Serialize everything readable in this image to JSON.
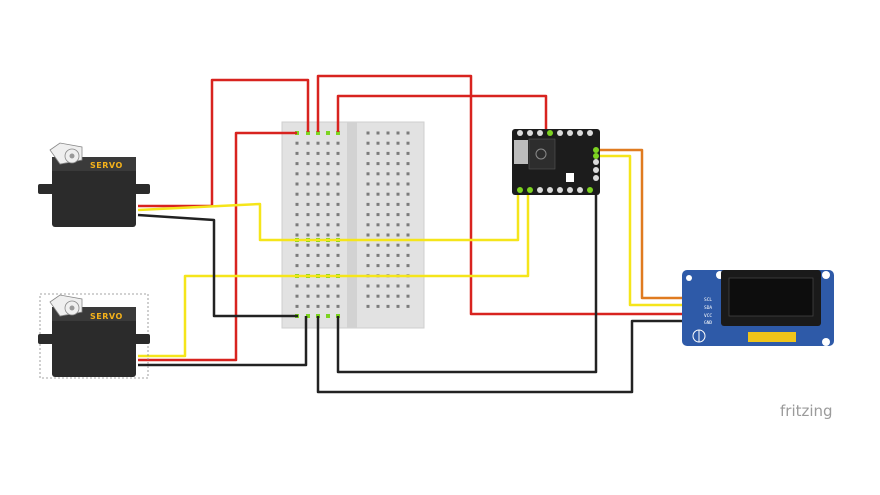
{
  "servos": [
    {
      "label": "SERVO"
    },
    {
      "label": "SERVO"
    }
  ],
  "oled": {
    "pins": [
      "SCL",
      "SDA",
      "VCC",
      "GND"
    ]
  },
  "brand": "fritzing",
  "colors": {
    "wire_red": "#d8231f",
    "wire_yellow": "#f5e51a",
    "wire_black": "#222222",
    "wire_orange": "#e07b20",
    "breadboard": "#e0e0e0",
    "servo_body": "#2b2b2b",
    "servo_label": "#f5b21a",
    "oled_board": "#2e5aa8",
    "mcu_board": "#1c1c1c",
    "pin_green": "#7dd321"
  }
}
